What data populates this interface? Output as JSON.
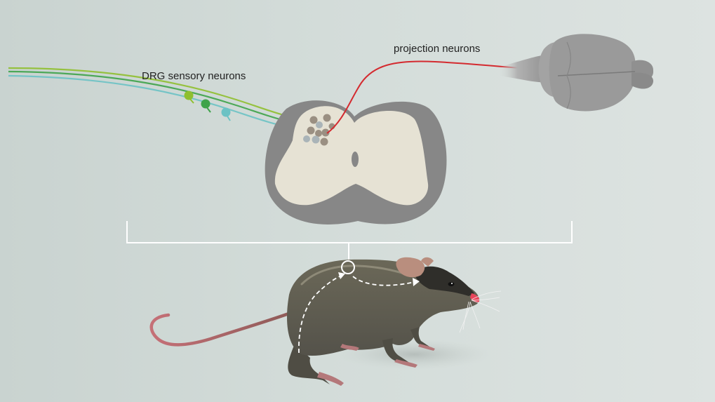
{
  "labels": {
    "drg": "DRG sensory neurons",
    "projection": "projection neurons"
  },
  "colors": {
    "background": "#d3dcd9",
    "drg_green_light": "#8fbf2f",
    "drg_green": "#3ea34a",
    "drg_cyan": "#6cc2c4",
    "projection_red": "#d42a2f",
    "grey_matter": "#e6e2d4",
    "white_matter": "#878787",
    "brain": "#9a9a9a",
    "mouse_body": "#5e5b4d",
    "mouse_tail": "#b9616a"
  },
  "icons": [
    "spinal-cord-section",
    "brain",
    "mouse",
    "drg-neuron",
    "projection-neuron"
  ]
}
